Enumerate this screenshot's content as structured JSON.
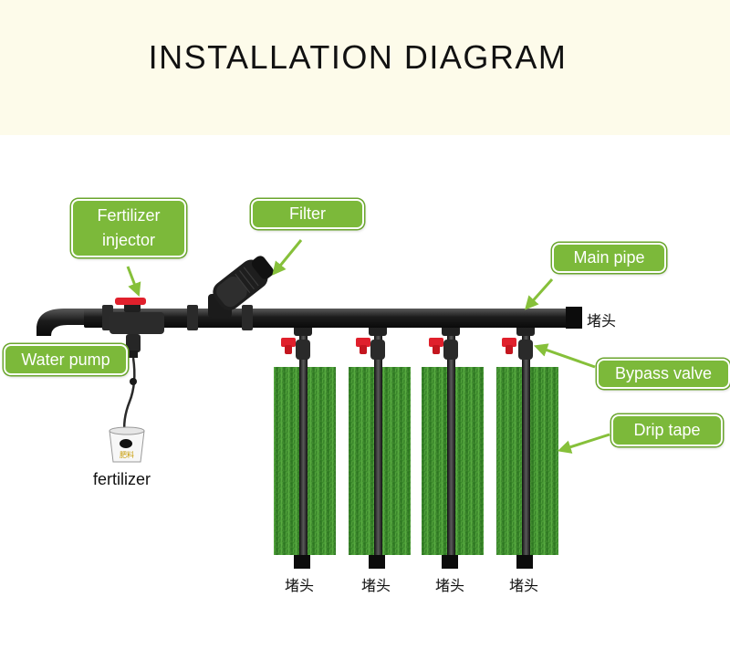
{
  "title": "INSTALLATION DIAGRAM",
  "labels": {
    "fertilizer_injector": [
      "Fertilizer",
      "injector"
    ],
    "filter": "Filter",
    "main_pipe": "Main pipe",
    "water_pump": "Water pump",
    "bypass_valve": "Bypass valve",
    "drip_tape": "Drip tape",
    "fertilizer": "fertilizer",
    "end_cap": "堵头",
    "bucket_text": "肥料"
  },
  "colors": {
    "header_background": "#fdfbea",
    "label_green": "#7cb93a",
    "arrow_green": "#86c03a",
    "pipe_black": "#1a1a1a",
    "valve_red": "#e0202c",
    "grass_green": "#3c8c2c"
  },
  "counts": {
    "drip_tape_rows": 4
  }
}
